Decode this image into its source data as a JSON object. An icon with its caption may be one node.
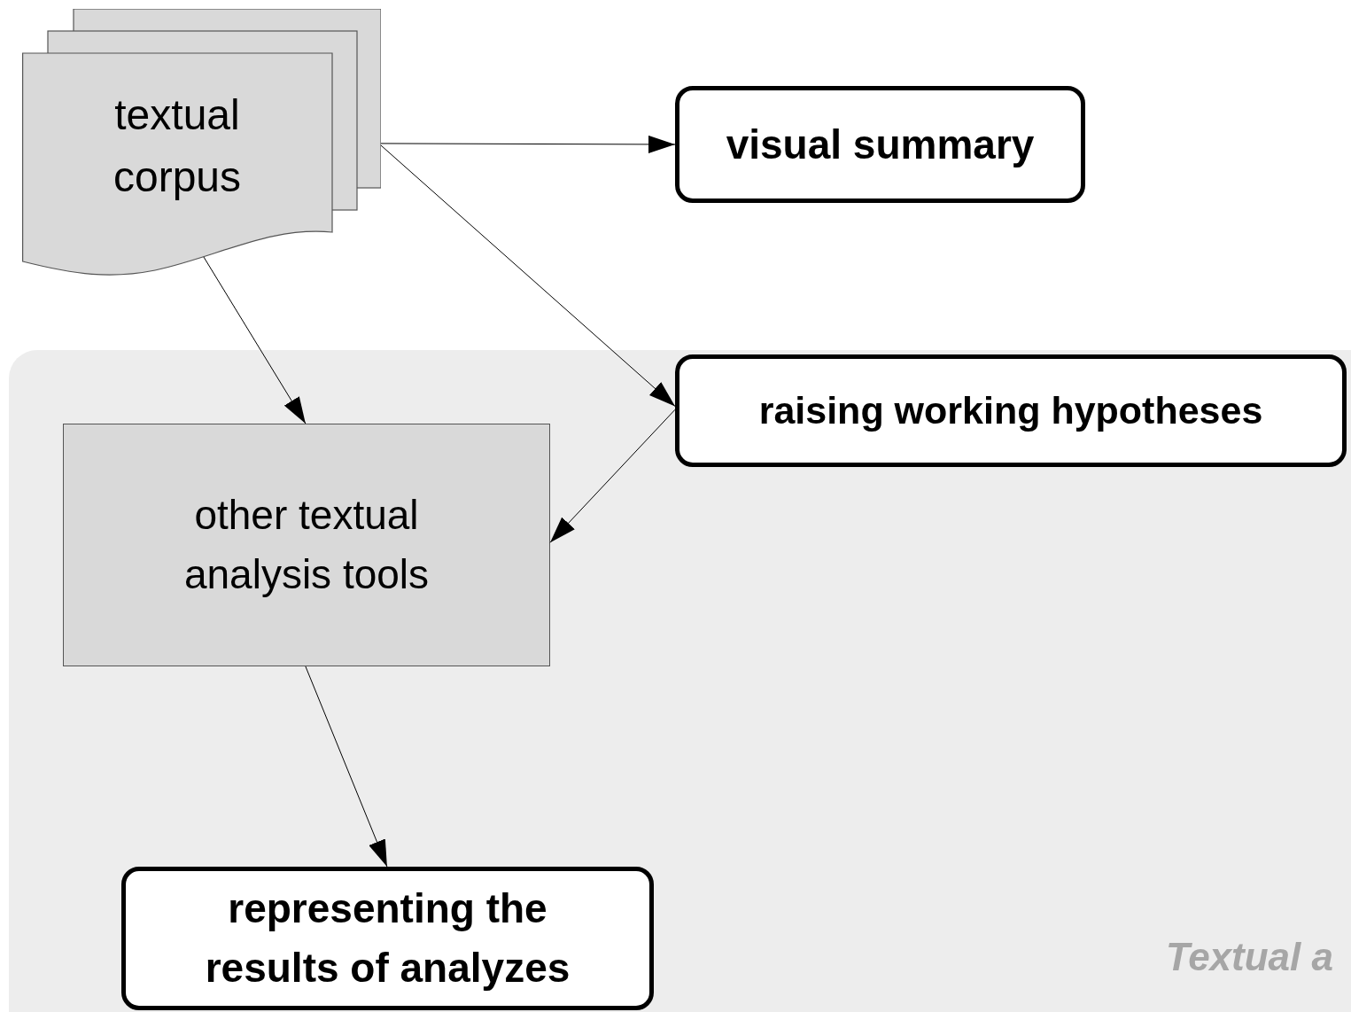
{
  "diagram": {
    "nodes": [
      {
        "text": [
          "Textual a"
        ]
      },
      {
        "text": [
          "textual corpus"
        ]
      },
      {
        "text": [
          "visual summary"
        ]
      },
      {
        "text": [
          "raising working hypotheses"
        ],
        "in": 0
      },
      {
        "text": [
          "other textual analysis tools"
        ],
        "in": 0
      },
      {
        "text": [
          "representing the results of analyzes"
        ],
        "in": 0
      }
    ],
    "edges": [
      {
        "from": 1,
        "to": 2,
        "arrow": "to"
      },
      {
        "from": 1,
        "to": 3,
        "arrow": "to"
      },
      {
        "from": 1,
        "to": 4,
        "arrow": "to"
      },
      {
        "from": 3,
        "to": 4,
        "arrow": "to"
      },
      {
        "from": 4,
        "to": 5,
        "arrow": "to"
      }
    ]
  }
}
